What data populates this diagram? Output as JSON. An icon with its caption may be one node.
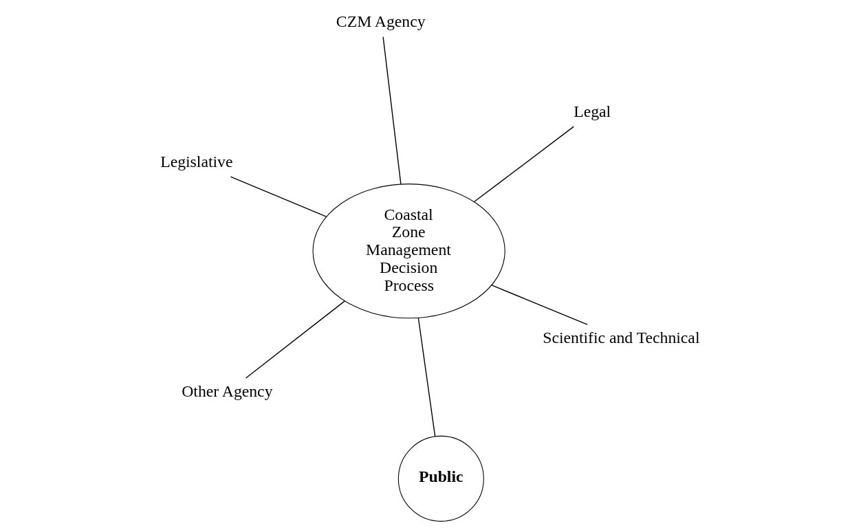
{
  "diagram": {
    "nodes": [
      {
        "text": [
          "Legislative"
        ]
      },
      {
        "text": [
          "Scientific and Technical"
        ]
      },
      {
        "text": [
          "Public"
        ]
      },
      {
        "text": [
          "Coastal Zone Management Decision Process"
        ]
      },
      {
        "text": [
          "Legal"
        ]
      },
      {
        "text": [
          "CZM Agency"
        ]
      },
      {
        "text": [
          "Other Agency"
        ]
      }
    ],
    "edges": [
      {
        "from": 3,
        "to": 0,
        "arrow": "none"
      },
      {
        "from": 3,
        "to": 1,
        "arrow": "none"
      },
      {
        "from": 2,
        "to": 3,
        "arrow": "none"
      },
      {
        "from": 3,
        "to": 4,
        "arrow": "none"
      },
      {
        "from": 3,
        "to": 5,
        "arrow": "none"
      },
      {
        "from": 3,
        "to": 6,
        "arrow": "none"
      }
    ]
  }
}
